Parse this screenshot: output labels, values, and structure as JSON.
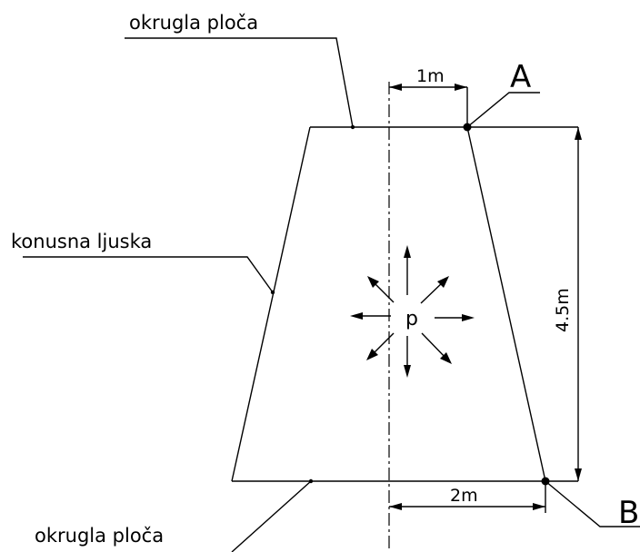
{
  "labels": {
    "top_plate": "okrugla ploča",
    "bottom_plate": "okrugla ploča",
    "cone_shell": "konusna ljuska",
    "point_a": "A",
    "point_b": "B",
    "pressure": "p"
  },
  "dimensions": {
    "top_radius": "1m",
    "bottom_radius": "2m",
    "height": "4.5m"
  },
  "colors": {
    "ink": "#000000",
    "background": "#ffffff"
  }
}
